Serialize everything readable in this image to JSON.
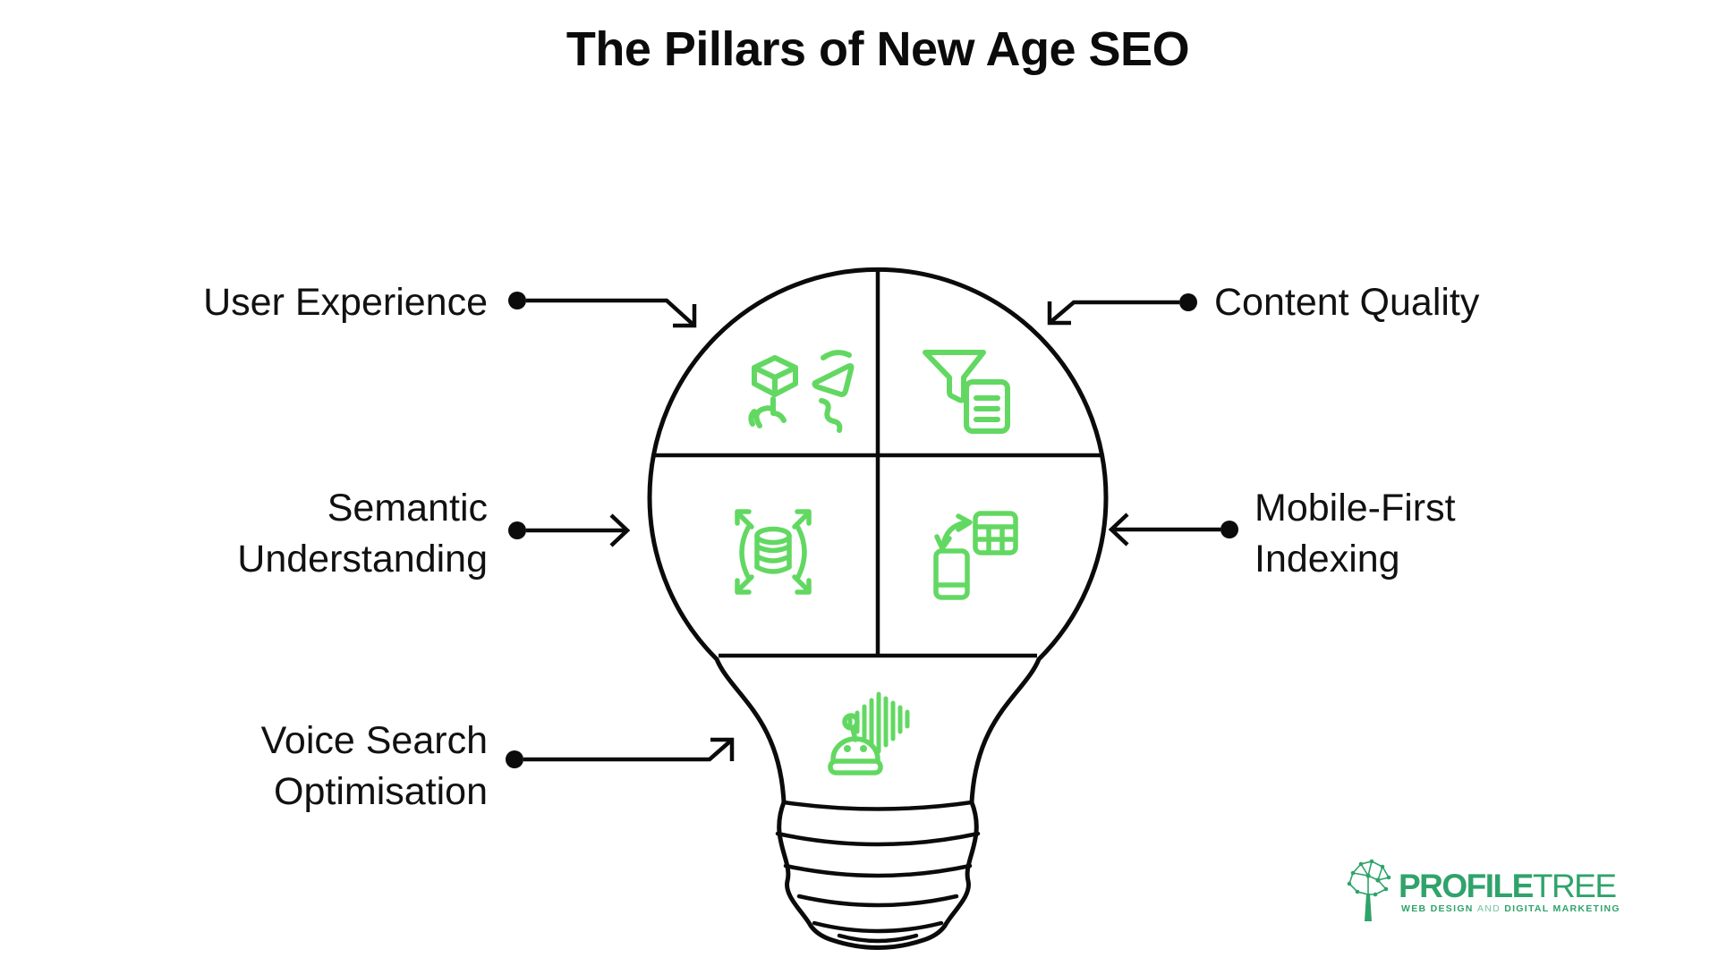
{
  "title": "The Pillars of New Age SEO",
  "pillars": [
    {
      "label": "User Experience",
      "icon": "hand-tap-3d-cube-icon",
      "position": "top-left"
    },
    {
      "label": "Content Quality",
      "icon": "funnel-document-icon",
      "position": "top-right"
    },
    {
      "label": "Semantic Understanding",
      "icon": "database-expand-icon",
      "position": "middle-left"
    },
    {
      "label": "Mobile-First Indexing",
      "icon": "phone-table-sync-icon",
      "position": "middle-right"
    },
    {
      "label": "Voice Search Optimisation",
      "icon": "robot-voice-wave-icon",
      "position": "bottom-left"
    }
  ],
  "logo": {
    "brand_bold": "PROFILE",
    "brand_light": "TREE",
    "tagline_web": "WEB DESIGN",
    "tagline_and": "AND",
    "tagline_marketing": "DIGITAL MARKETING"
  },
  "colors": {
    "icon_green": "#62d862",
    "logo_green": "#2fa36b",
    "line_black": "#0b0b0b"
  }
}
